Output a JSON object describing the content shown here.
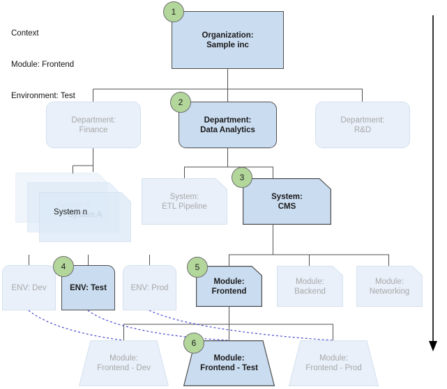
{
  "context": {
    "title": "Context",
    "module_line": "Module: Frontend",
    "environment_line": "Environment: Test"
  },
  "colors": {
    "active_fill": "#cadcf0",
    "active_border": "#4d4d4d",
    "faded_fill": "#e9f0fa",
    "faded_border": "#d3e0ee",
    "faded_text": "#a8a8a8",
    "badge_fill": "#b3d69b",
    "badge_border": "#6b6b6b",
    "dashed_link": "#4a4ad0",
    "arrow": "#000000"
  },
  "levels": {
    "organization": {
      "label": "Organization:\nSample inc",
      "badge": "1",
      "state": "active"
    },
    "departments": [
      {
        "label": "Department:\nFinance",
        "state": "faded",
        "badge": ""
      },
      {
        "label": "Department:\nData Analytics",
        "state": "active",
        "badge": "2"
      },
      {
        "label": "Department:\nR&D",
        "state": "faded",
        "badge": ""
      }
    ],
    "systems_stack": [
      {
        "label": "System A"
      },
      {
        "label": "System A"
      },
      {
        "label": "System A"
      },
      {
        "label": "System n"
      }
    ],
    "systems": [
      {
        "label": "System:\nETL Pipeline",
        "state": "faded",
        "badge": ""
      },
      {
        "label": "System:\nCMS",
        "state": "active",
        "badge": "3"
      }
    ],
    "environments": [
      {
        "label": "ENV: Dev",
        "state": "faded",
        "badge": ""
      },
      {
        "label": "ENV: Test",
        "state": "active",
        "badge": "4"
      },
      {
        "label": "ENV: Prod",
        "state": "faded",
        "badge": ""
      }
    ],
    "modules": [
      {
        "label": "Module:\nFrontend",
        "state": "active",
        "badge": "5"
      },
      {
        "label": "Module:\nBackend",
        "state": "faded",
        "badge": ""
      },
      {
        "label": "Module:\nNetworking",
        "state": "faded",
        "badge": ""
      }
    ],
    "module_instances": [
      {
        "label": "Module:\nFrontend - Dev",
        "state": "faded",
        "badge": ""
      },
      {
        "label": "Module:\nFrontend - Test",
        "state": "active",
        "badge": "6"
      },
      {
        "label": "Module:\nFrontend - Prod",
        "state": "faded",
        "badge": ""
      }
    ]
  }
}
